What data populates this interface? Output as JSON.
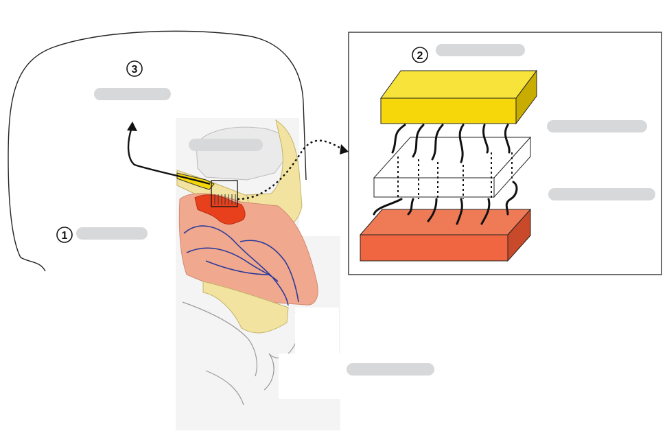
{
  "markers": {
    "one": "1",
    "two": "2",
    "three": "3"
  },
  "colors": {
    "bone": "#f2e3a0",
    "bulb": "#f5d70a",
    "mucosa": "#f0a88e",
    "epithelium": "#ef6640",
    "olfactory_region": "#e8401c",
    "nerve": "#2a3a9a",
    "label_blank": "#d7d8da"
  }
}
